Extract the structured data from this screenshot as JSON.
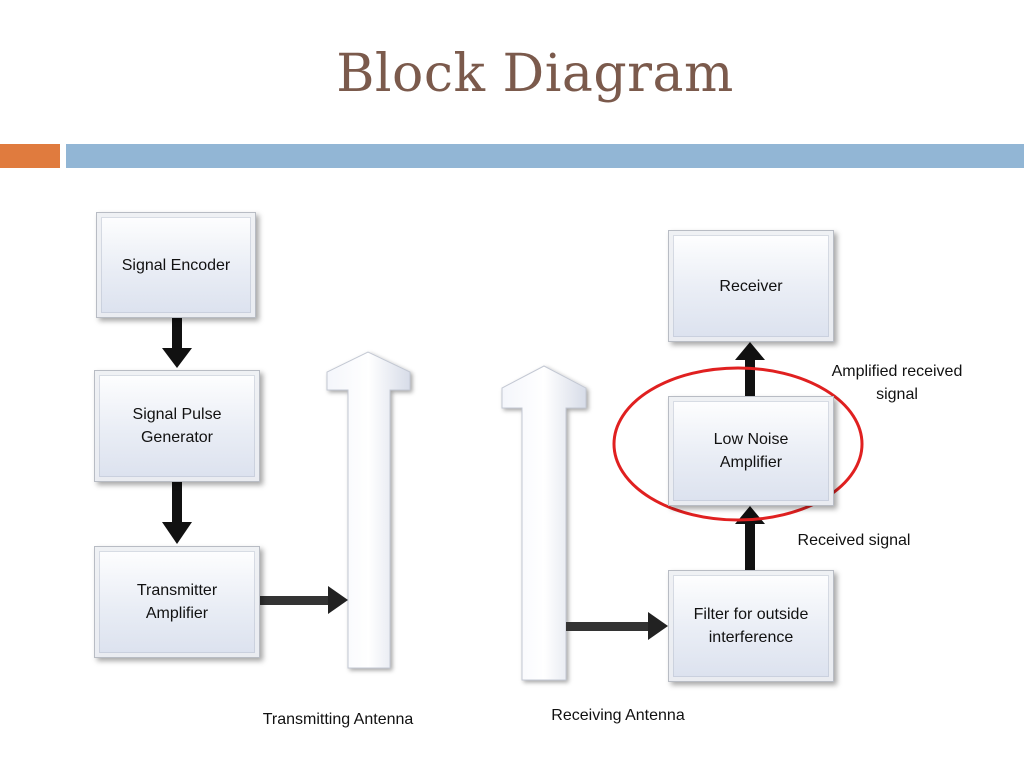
{
  "title": "Block Diagram",
  "blocks": {
    "signal_encoder": "Signal Encoder",
    "signal_pulse_generator": "Signal Pulse\nGenerator",
    "transmitter_amplifier": "Transmitter\nAmplifier",
    "receiver": "Receiver",
    "low_noise_amplifier": "Low Noise\nAmplifier",
    "filter": "Filter for outside\ninterference"
  },
  "labels": {
    "transmitting_antenna": "Transmitting Antenna",
    "receiving_antenna": "Receiving Antenna",
    "amplified_received_signal": "Amplified received\nsignal",
    "received_signal": "Received signal"
  },
  "colors": {
    "title": "#7b5a4c",
    "accent_orange": "#e07b3e",
    "accent_blue": "#92b6d5",
    "highlight_ellipse": "#e02020"
  }
}
